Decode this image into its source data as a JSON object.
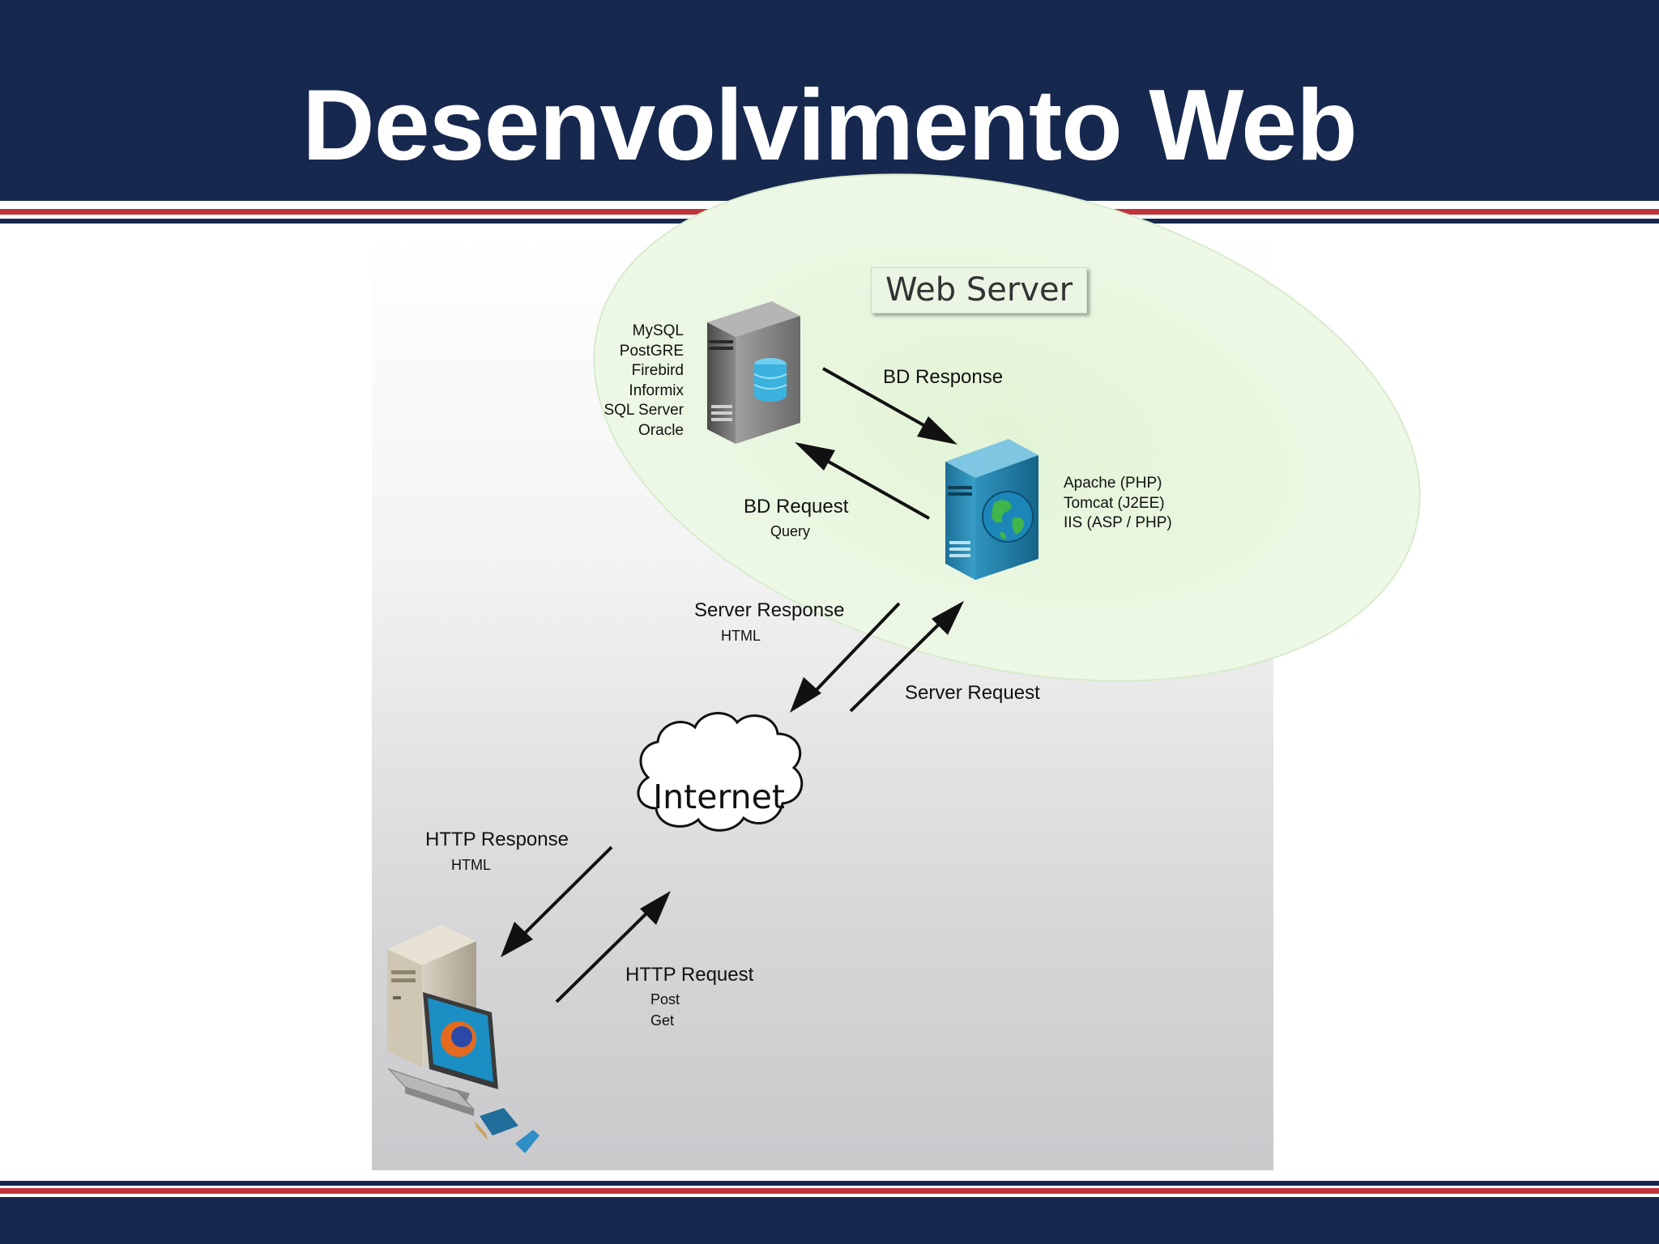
{
  "slide": {
    "title": "Desenvolvimento Web"
  },
  "diagram": {
    "web_server_label": "Web Server",
    "databases": [
      "MySQL",
      "PostGRE",
      "Firebird",
      "Informix",
      "SQL Server",
      "Oracle"
    ],
    "app_servers": [
      "Apache (PHP)",
      "Tomcat (J2EE)",
      "IIS (ASP / PHP)"
    ],
    "bd_response": "BD Response",
    "bd_request": "BD Request",
    "bd_request_sub": "Query",
    "server_response": "Server Response",
    "server_response_sub": "HTML",
    "server_request": "Server Request",
    "internet": "Internet",
    "http_response": "HTTP Response",
    "http_response_sub": "HTML",
    "http_request": "HTTP Request",
    "http_request_methods": [
      "Post",
      "Get"
    ]
  },
  "colors": {
    "navy": "#17284f",
    "red_stripe": "#c0343c",
    "ellipse_fill": "#e6f5dc"
  }
}
